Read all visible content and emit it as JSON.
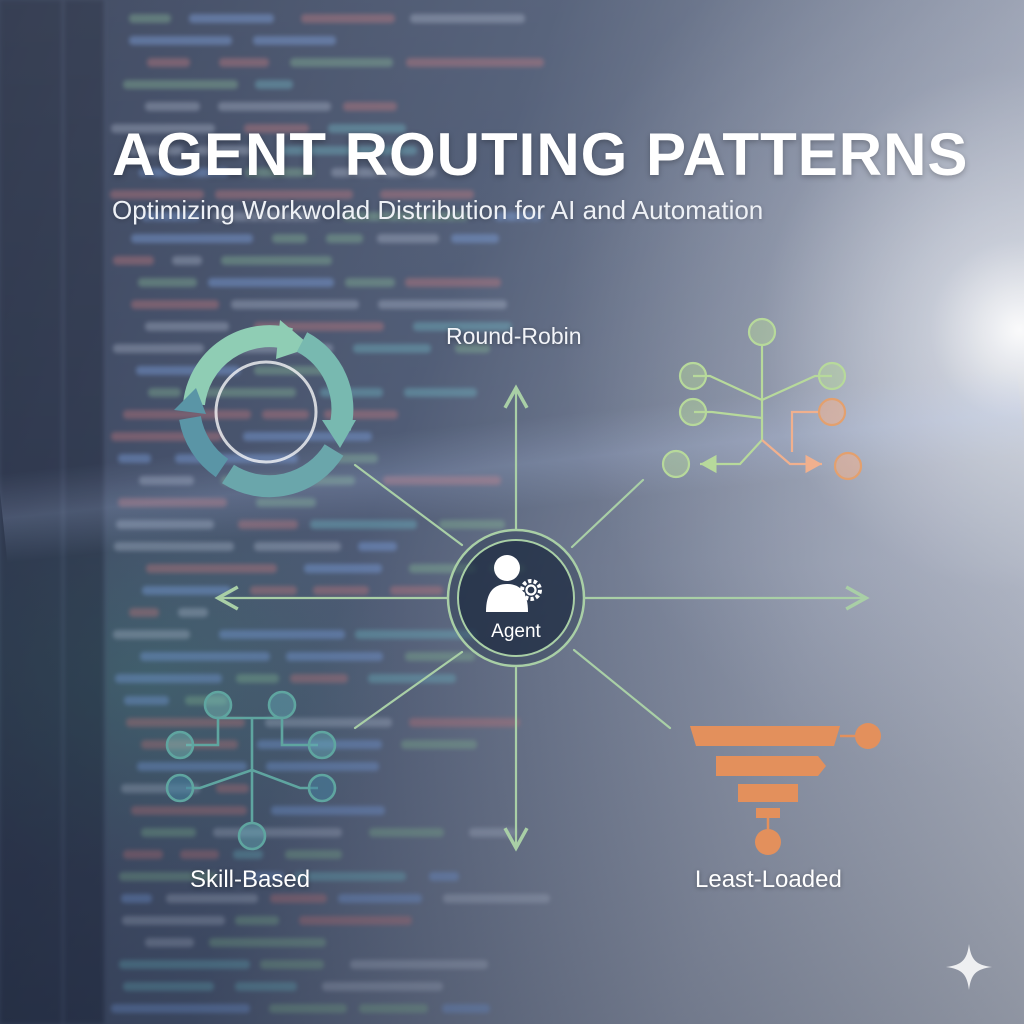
{
  "header": {
    "title": "AGENT ROUTING PATTERNS",
    "subtitle": "Optimizing Workwolad Distribution for AI and Automation"
  },
  "hub": {
    "label": "Agent",
    "icon": "user-gear-icon"
  },
  "patterns": {
    "round_robin": {
      "label": "Round-Robin",
      "icon": "circular-arrows-icon"
    },
    "skill_based": {
      "label": "Skill-Based",
      "icon": "node-tree-icon"
    },
    "least_loaded": {
      "label": "Least-Loaded",
      "icon": "funnel-icon"
    },
    "branching": {
      "icon": "branching-nodes-icon"
    }
  },
  "colors": {
    "line": "#a9cfa6",
    "teal": "#5fa5a0",
    "green": "#b7d99b",
    "orange": "#e3905c",
    "peach": "#f0b08e",
    "blue_node": "#3f7e96"
  },
  "decor": {
    "sparkle_icon": "sparkle-icon"
  }
}
